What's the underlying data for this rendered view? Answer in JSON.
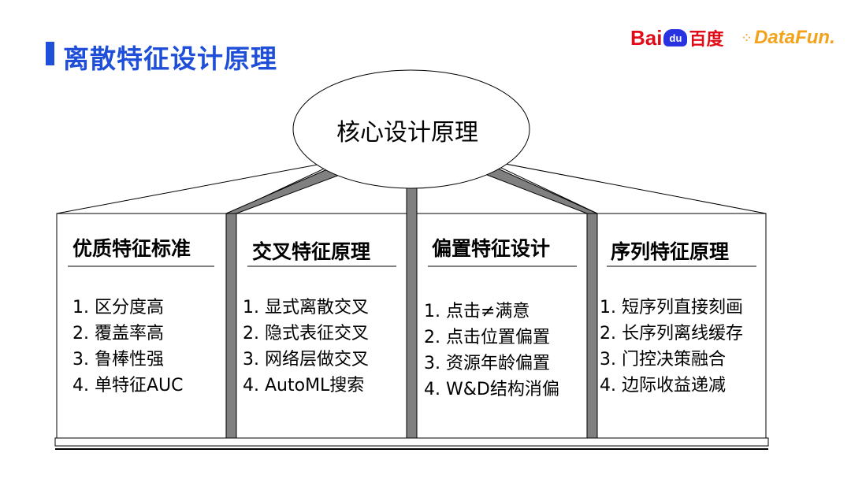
{
  "slide": {
    "title": "离散特征设计原理"
  },
  "logos": {
    "baidu_prefix": "Bai",
    "baidu_du": "du",
    "baidu_cn": "百度",
    "datafun": "DataFun."
  },
  "diagram": {
    "core": "核心设计原理",
    "columns": [
      {
        "heading": "优质特征标准",
        "items": [
          "1. 区分度高",
          "2. 覆盖率高",
          "3. 鲁棒性强",
          "4. 单特征AUC"
        ]
      },
      {
        "heading": "交叉特征原理",
        "items": [
          "1. 显式离散交叉",
          "2. 隐式表征交叉",
          "3. 网络层做交叉",
          "4. AutoML搜索"
        ]
      },
      {
        "heading": "偏置特征设计",
        "items": [
          "1. 点击≠满意",
          "2. 点击位置偏置",
          "3. 资源年龄偏置",
          "4. W&D结构消偏"
        ]
      },
      {
        "heading": "序列特征原理",
        "items": [
          "1. 短序列直接刻画",
          "2. 长序列离线缓存",
          "3. 门控决策融合",
          "4. 边际收益递减"
        ]
      }
    ]
  },
  "colors": {
    "title_blue": "#1f4fd8",
    "pillar_gray": "#808080",
    "baidu_red": "#e00b16",
    "baidu_blue": "#2932e1",
    "datafun_orange": "#f2a31b"
  }
}
